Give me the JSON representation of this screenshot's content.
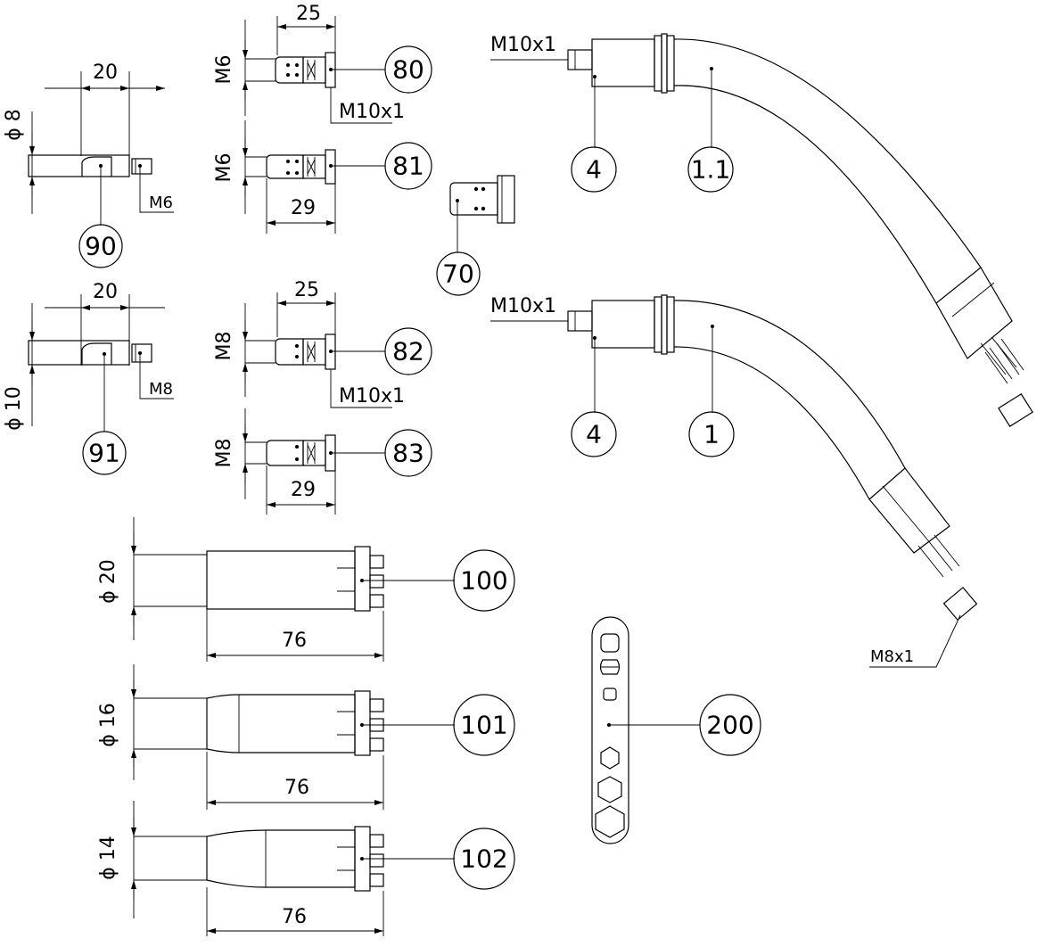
{
  "balloons": {
    "b80": "80",
    "b81": "81",
    "b82": "82",
    "b83": "83",
    "b90": "90",
    "b91": "91",
    "b70": "70",
    "b4a": "4",
    "b11": "1.1",
    "b4b": "4",
    "b1": "1",
    "b100": "100",
    "b101": "101",
    "b102": "102",
    "b200": "200"
  },
  "dimensions": {
    "d90_len": "20",
    "d90_dia": "ϕ 8",
    "d90_thread": "M6",
    "d91_len": "20",
    "d91_dia": "ϕ 10",
    "d91_thread": "M8",
    "d80_len": "25",
    "d80_thread": "M6",
    "d81_len": "29",
    "d81_thread": "M6",
    "d8081_thread": "M10x1",
    "d82_len": "25",
    "d82_thread": "M8",
    "d83_len": "29",
    "d83_thread": "M8",
    "d8283_thread": "M10x1",
    "torch_a_thread": "M10x1",
    "torch_b_thread": "M10x1",
    "torch_b_nut": "M8x1",
    "d100_dia": "ϕ 20",
    "d100_len": "76",
    "d101_dia": "ϕ 16",
    "d101_len": "76",
    "d102_dia": "ϕ 14",
    "d102_len": "76"
  },
  "colors": {
    "line": "#000000",
    "paper": "#ffffff"
  }
}
